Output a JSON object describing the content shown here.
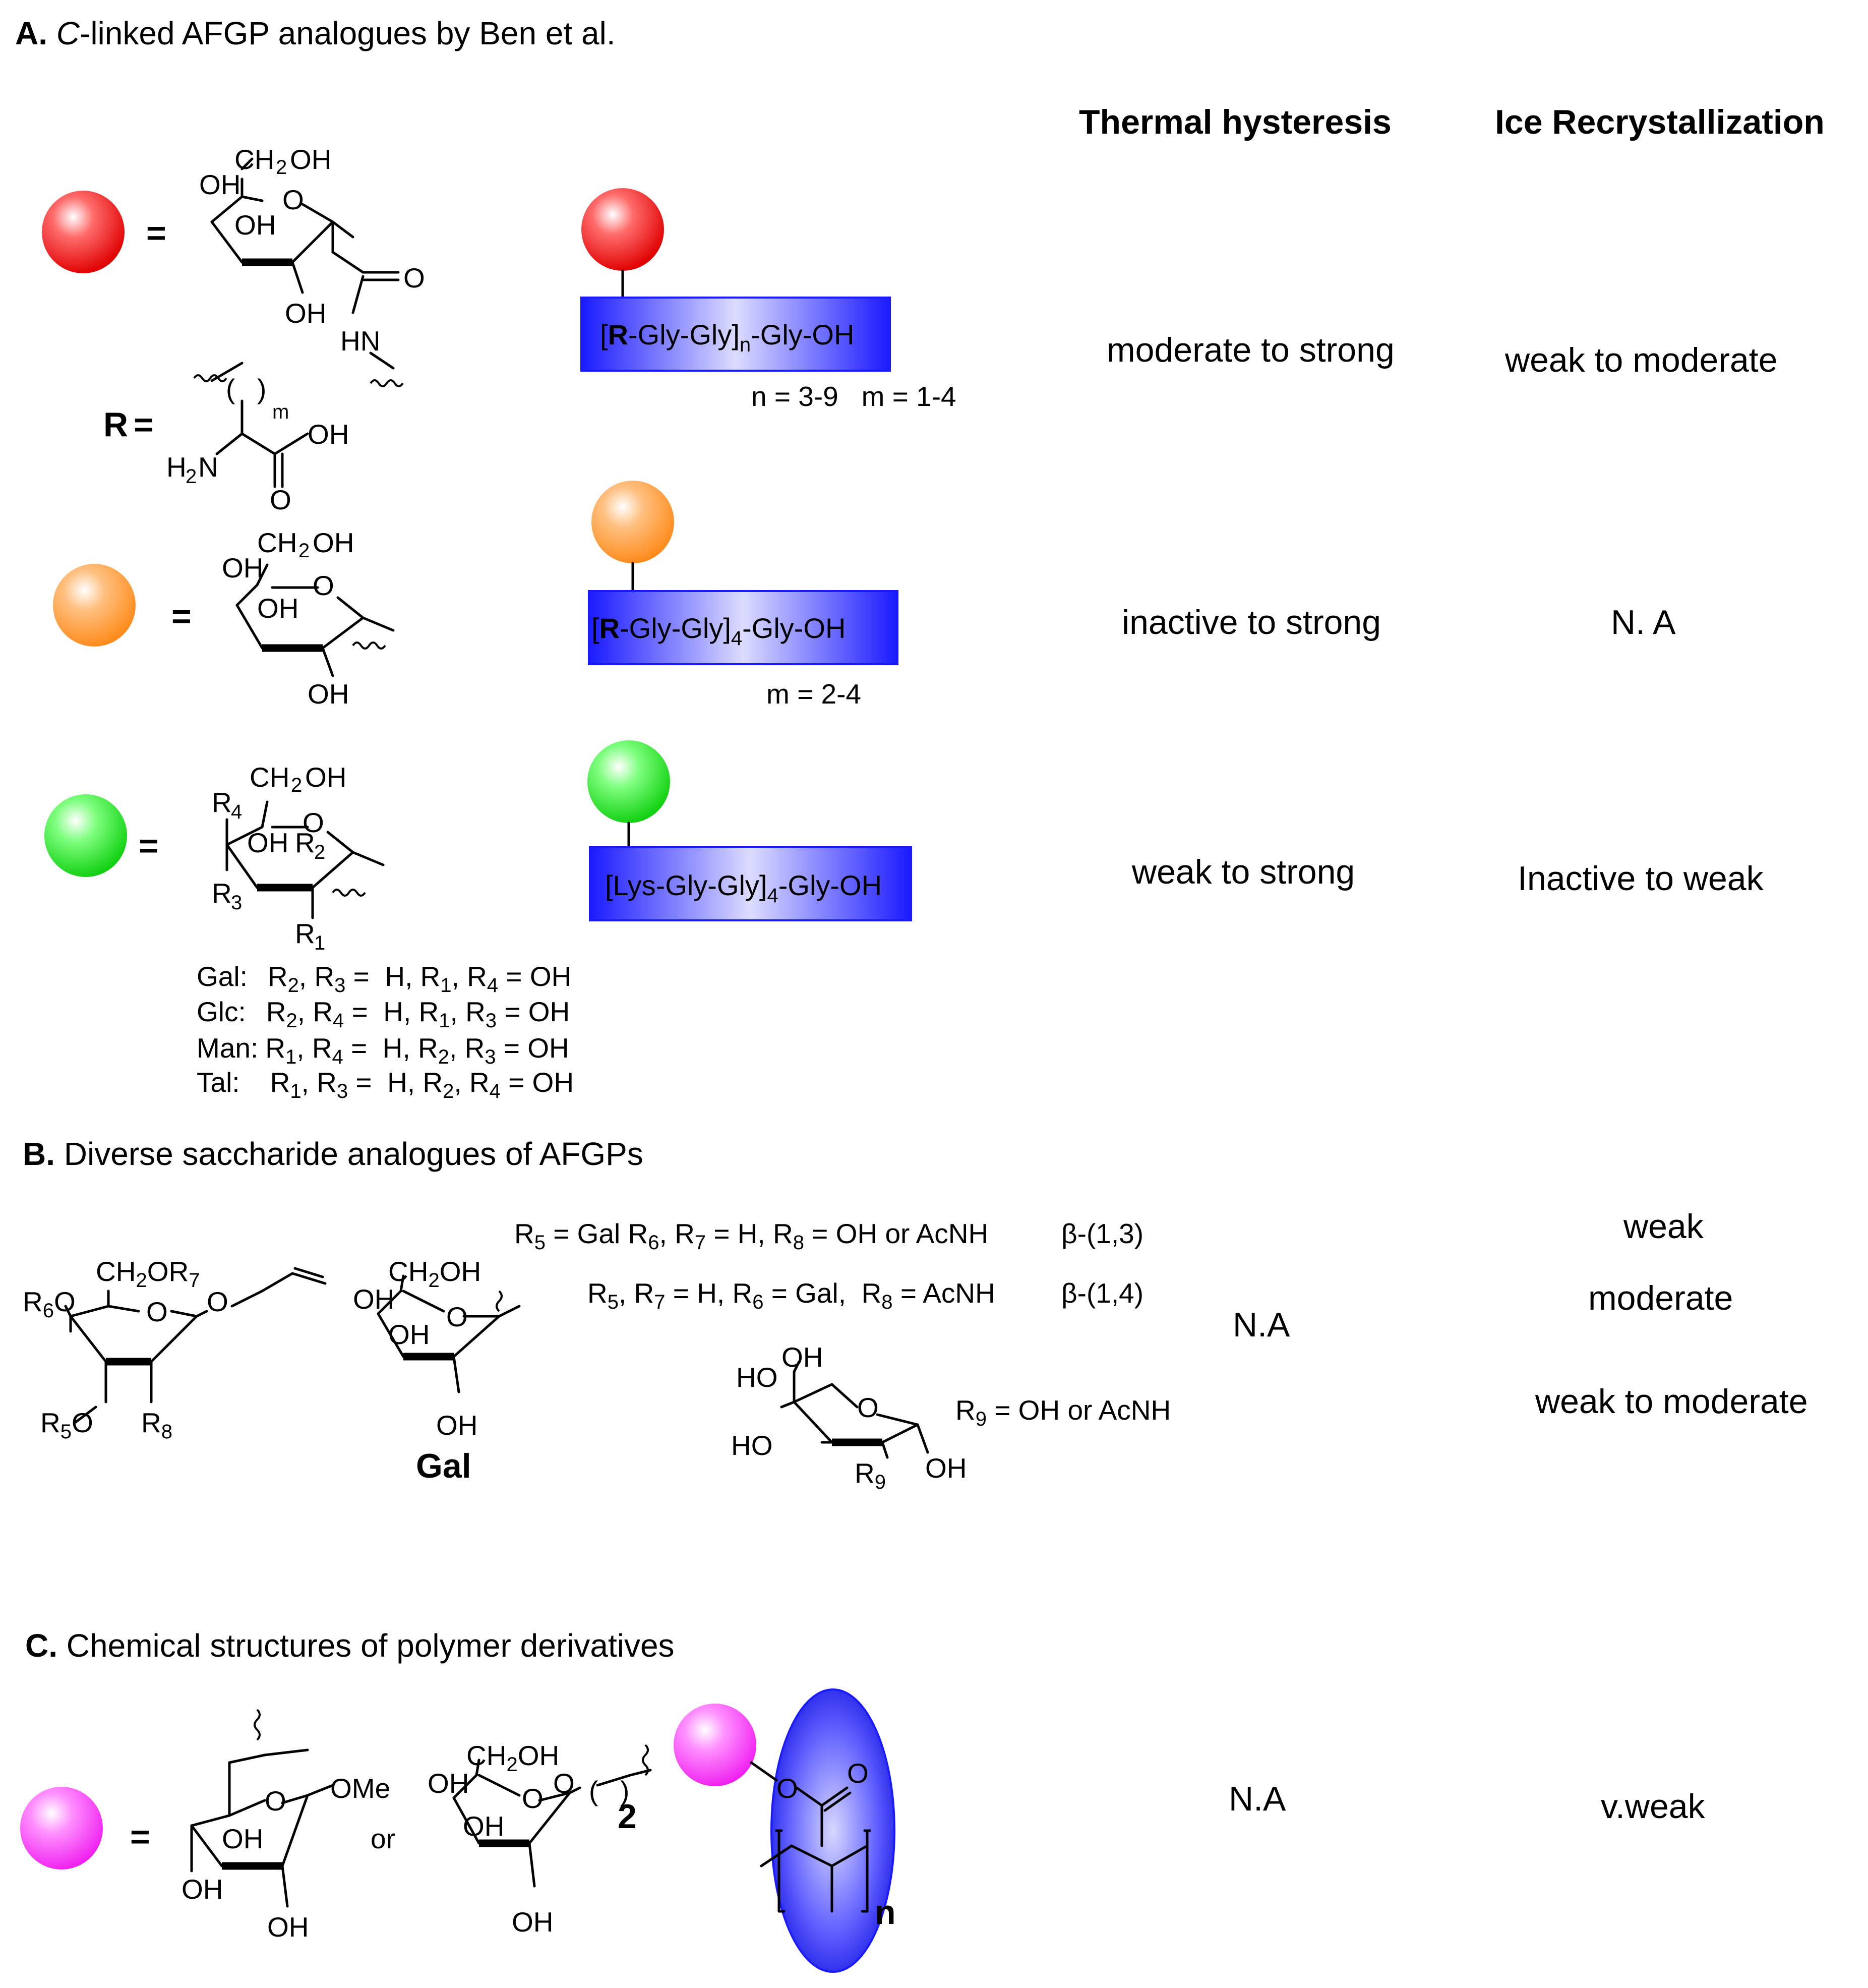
{
  "sections": {
    "a_prefix": "A.",
    "a_text_pre": " ",
    "a_text_italic": "C",
    "a_text_post": "-linked AFGP analogues by Ben et al.",
    "b_prefix": "B.",
    "b_text": " Diverse saccharide analogues of AFGPs",
    "c_prefix": "C.",
    "c_text": " Chemical structures of polymer derivatives"
  },
  "headers": {
    "thermal_hysteresis": "Thermal hysteresis",
    "ice_recrystallization": "Ice Recrystallization"
  },
  "colors": {
    "red_sphere": "#ff1a1a",
    "orange_sphere": "#ff9a33",
    "green_sphere": "#2ee62e",
    "magenta_sphere": "#ff3dff",
    "box_blue": "#1a1aff",
    "box_blue_light": "#d8d8ff"
  },
  "rows": [
    {
      "sphere": "red",
      "equals": "=",
      "peptide_pre": "[",
      "peptide_R": "R",
      "peptide_mid": "-Gly-Gly]",
      "peptide_sub": "n",
      "peptide_post": "-Gly-OH",
      "params": "n = 3-9   m = 1-4",
      "thermal_hysteresis": "moderate to strong",
      "ice_recrystallization": "weak to moderate",
      "sugar_labels": {
        "ch2oh": "CH",
        "ch2oh_sub": "2",
        "ch2oh_post": "OH",
        "oh_top": "OH",
        "o_ring": "O",
        "oh_mid": "OH",
        "oh_bottom": "OH",
        "o_carbonyl": "O",
        "hn": "HN"
      },
      "r_group": {
        "label": "R",
        "equals": "=",
        "m": "m",
        "h2n": "H",
        "h2n_sub": "2",
        "h2n_post": "N",
        "oh": "OH",
        "o": "O"
      }
    },
    {
      "sphere": "orange",
      "equals": "=",
      "peptide_pre": "[",
      "peptide_R": "R",
      "peptide_mid": "-Gly-Gly]",
      "peptide_sub": "4",
      "peptide_post": "-Gly-OH",
      "params": "m = 2-4",
      "thermal_hysteresis": "inactive to strong",
      "ice_recrystallization": "N. A",
      "sugar_labels": {
        "ch2oh": "CH",
        "ch2oh_sub": "2",
        "ch2oh_post": "OH",
        "oh_top": "OH",
        "o_ring": "O",
        "oh_mid": "OH",
        "oh_bottom": "OH"
      }
    },
    {
      "sphere": "green",
      "equals": "=",
      "peptide_pre": "[Lys-Gly-Gly]",
      "peptide_sub": "4",
      "peptide_post": "-Gly-OH",
      "thermal_hysteresis": "weak to strong",
      "ice_recrystallization": "Inactive to weak",
      "sugar_labels": {
        "ch2oh": "CH",
        "ch2oh_sub": "2",
        "ch2oh_post": "OH",
        "r4": "R",
        "r4_sub": "4",
        "o_ring": "O",
        "oh_mid": "OH",
        "r2": "R",
        "r2_sub": "2",
        "r3": "R",
        "r3_sub": "3",
        "r1": "R",
        "r1_sub": "1"
      },
      "variants": [
        {
          "name": "Gal:",
          "a": "R",
          "a_sub": "2",
          "b": ", R",
          "b_sub": "3",
          "c": " =  H, R",
          "c_sub": "1",
          "d": ", R",
          "d_sub": "4",
          "e": " = OH"
        },
        {
          "name": "Glc:",
          "a": "R",
          "a_sub": "2",
          "b": ", R",
          "b_sub": "4",
          "c": " =  H, R",
          "c_sub": "1",
          "d": ", R",
          "d_sub": "3",
          "e": " = OH"
        },
        {
          "name": "Man:",
          "a": "R",
          "a_sub": "1",
          "b": ", R",
          "b_sub": "4",
          "c": " =  H, R",
          "c_sub": "2",
          "d": ", R",
          "d_sub": "3",
          "e": " = OH"
        },
        {
          "name": "Tal:",
          "a": "R",
          "a_sub": "1",
          "b": ", R",
          "b_sub": "3",
          "c": " =  H, R",
          "c_sub": "2",
          "d": ", R",
          "d_sub": "4",
          "e": " = OH"
        }
      ]
    }
  ],
  "section_b": {
    "line1_pre": "R",
    "line1_sub": "5",
    "line1_mid": " = Gal R",
    "line1_sub2": "6",
    "line1_mid2": ", R",
    "line1_sub3": "7",
    "line1_mid3": " = H, R",
    "line1_sub4": "8",
    "line1_post": " = OH or AcNH",
    "line1_link": "β-(1,3)",
    "line2_pre": "R",
    "line2_sub": "5",
    "line2_mid": ", R",
    "line2_sub2": "7",
    "line2_mid2": " = H, R",
    "line2_sub3": "6",
    "line2_mid3": " = Gal,  R",
    "line2_sub4": "8",
    "line2_post": " = AcNH",
    "line2_link": "β-(1,4)",
    "r9_pre": "R",
    "r9_sub": "9",
    "r9_post": " = OH or AcNH",
    "thermal_hysteresis": "N.A",
    "ice_weak": "weak",
    "ice_moderate": "moderate",
    "ice_weak_to_moderate": "weak to moderate",
    "gal_label": "Gal",
    "left_sugar": {
      "r6o": "R",
      "r6o_sub": "6",
      "r6o_post": "O",
      "ch2or7": "CH",
      "ch2or7_sub": "2",
      "ch2or7_mid": "OR",
      "ch2or7_sub2": "7",
      "o_ring": "O",
      "o_link": "O",
      "r5o": "R",
      "r5o_sub": "5",
      "r5o_post": "O",
      "r8": "R",
      "r8_sub": "8"
    },
    "gal_sugar": {
      "ch2oh": "CH",
      "ch2oh_sub": "2",
      "ch2oh_post": "OH",
      "oh_top": "OH",
      "oh_mid": "OH",
      "o_ring": "O",
      "oh_bottom": "OH"
    },
    "glc_sugar": {
      "ho_top": "HO",
      "oh_top": "OH",
      "o_ring": "O",
      "ho_left": "HO",
      "r9": "R",
      "r9_sub": "9",
      "oh_right": "OH"
    }
  },
  "section_c": {
    "equals": "=",
    "or": "or",
    "thermal_hysteresis": "N.A",
    "ice_recrystallization": "v.weak",
    "sugar1": {
      "ome": "OMe",
      "o_ring": "O",
      "oh_mid": "OH",
      "oh_left": "OH",
      "oh_bottom": "OH"
    },
    "sugar2": {
      "ch2oh": "CH",
      "ch2oh_sub": "2",
      "ch2oh_post": "OH",
      "oh_top": "OH",
      "oh_mid": "OH",
      "o_ring": "O",
      "o_link": "O",
      "repeat": "2",
      "oh_bottom": "OH"
    },
    "polymer": {
      "o1": "O",
      "o2": "O",
      "n": "n"
    }
  }
}
